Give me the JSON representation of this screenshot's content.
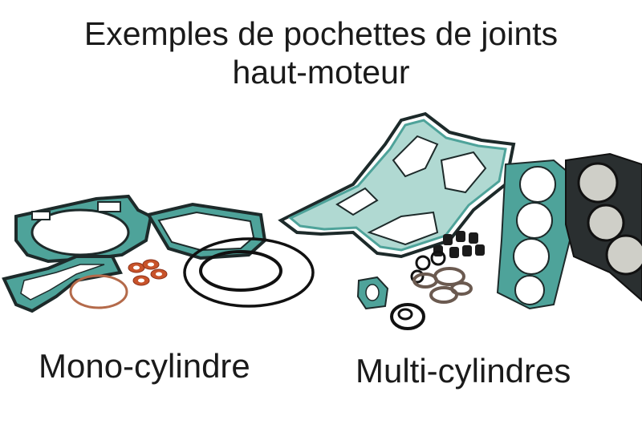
{
  "title": {
    "line1": "Exemples de pochettes de joints",
    "line2": "haut-moteur"
  },
  "captions": {
    "mono": "Mono-cylindre",
    "multi": "Multi-cylindres"
  },
  "colors": {
    "background": "#ffffff",
    "text": "#1a1a1a",
    "gasket_teal": "#4ea39a",
    "gasket_dark": "#1d2a2a",
    "copper": "#c8532a",
    "o_ring": "#111111"
  }
}
